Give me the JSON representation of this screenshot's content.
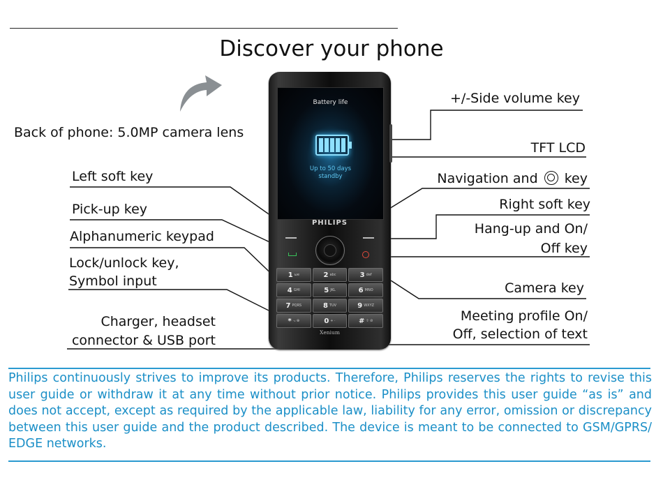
{
  "page": {
    "title": "Discover your phone"
  },
  "labels": {
    "back_camera": "Back of phone: 5.0MP camera lens",
    "left_soft_key": "Left soft key",
    "pick_up_key": "Pick-up key",
    "alphanumeric_keypad": "Alphanumeric keypad",
    "lock_unlock_line1": "Lock/unlock key,",
    "lock_unlock_line2": "Symbol input",
    "charger_line1": "Charger, headset",
    "charger_line2": "connector & USB port",
    "side_volume_key": "+/-Side volume key",
    "tft_lcd": "TFT LCD",
    "navigation_key": "Navigation and",
    "navigation_key_suffix": "key",
    "right_soft_key": "Right soft key",
    "hang_up_line1": "Hang-up and On/",
    "hang_up_line2": "Off key",
    "camera_key": "Camera key",
    "meeting_line1": "Meeting profile On/",
    "meeting_line2": "Off, selection of text"
  },
  "phone": {
    "screen_title": "Battery life",
    "screen_text_line1": "Up to 50 days",
    "screen_text_line2": "standby",
    "brand": "PHILIPS",
    "model": "Xenium",
    "keys": [
      {
        "num": "1",
        "sub": "ωe"
      },
      {
        "num": "2",
        "sub": "abc"
      },
      {
        "num": "3",
        "sub": "def"
      },
      {
        "num": "4",
        "sub": "GHI"
      },
      {
        "num": "5",
        "sub": "JKL"
      },
      {
        "num": "6",
        "sub": "MNO"
      },
      {
        "num": "7",
        "sub": "PQRS"
      },
      {
        "num": "8",
        "sub": "TUV"
      },
      {
        "num": "9",
        "sub": "WXYZ"
      },
      {
        "num": "*",
        "sub": "·₁ ⊕"
      },
      {
        "num": "0",
        "sub": "+ ·"
      },
      {
        "num": "#",
        "sub": "⇧ ⊘"
      }
    ]
  },
  "disclaimer": "Philips continuously strives to improve its products. Therefore, Philips reserves the rights to revise this user guide or withdraw it at any time without prior notice. Philips provides this user guide “as is” and does not accept, except as required by the applicable law, liability for any error, omission or discrepancy between this user guide and the product described. The device is meant to be connected to GSM/GPRS/ EDGE networks.",
  "colors": {
    "text": "#111111",
    "accent_blue": "#1b8fc7",
    "battery_blue": "#5cc8f0"
  },
  "icons": [
    "curved-arrow-icon",
    "navigation-circle-icon",
    "battery-icon",
    "call-icon",
    "end-call-icon"
  ]
}
